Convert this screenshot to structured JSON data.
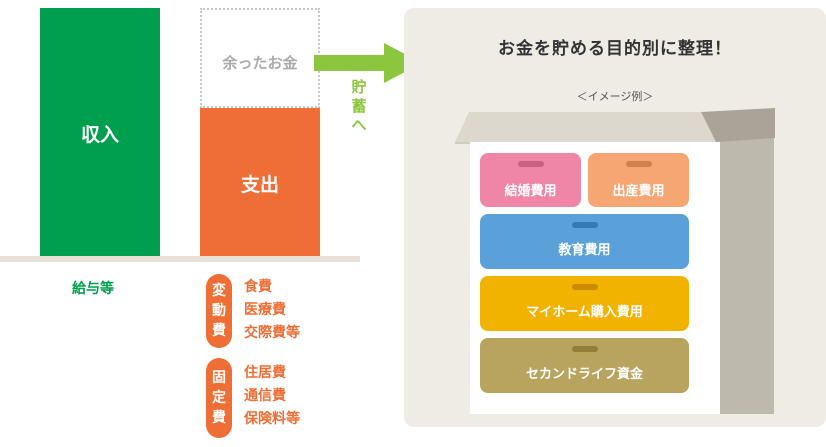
{
  "bars": {
    "income_label": "収入",
    "expense_label": "支出",
    "surplus_label": "余ったお金",
    "salary_label": "給与等"
  },
  "arrow": {
    "saving_label": [
      "貯",
      "蓄",
      "へ"
    ]
  },
  "categories": {
    "variable": {
      "pill": [
        "変",
        "動",
        "費"
      ],
      "items": [
        "食費",
        "医療費",
        "交際費等"
      ]
    },
    "fixed": {
      "pill": [
        "固",
        "定",
        "費"
      ],
      "items": [
        "住居費",
        "通信費",
        "保険料等"
      ]
    }
  },
  "panel": {
    "title": "お金を貯める目的別に整理！",
    "subtitle": "＜イメージ例＞"
  },
  "drawers": {
    "marriage": "結婚費用",
    "birth": "出産費用",
    "education": "教育費用",
    "home": "マイホーム購入費用",
    "second_life": "セカンドライフ資金"
  },
  "colors": {
    "income": "#009e4f",
    "expense": "#ee6e35",
    "arrow": "#8cc63f",
    "panel": "#efebe5",
    "drawer_marriage": "#ef86a8",
    "drawer_birth": "#f5a673",
    "drawer_education": "#5aa1d9",
    "drawer_home": "#f2b200",
    "drawer_second_life": "#b8a45f"
  }
}
